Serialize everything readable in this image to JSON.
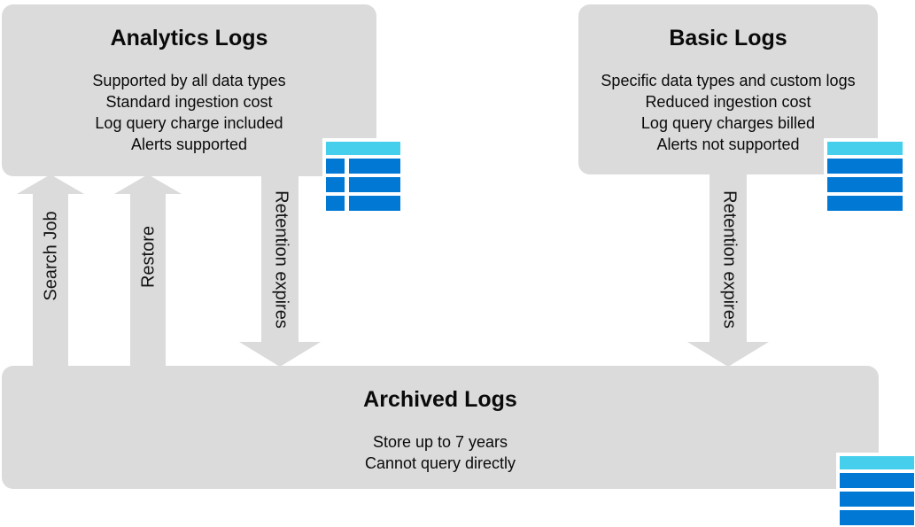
{
  "analytics": {
    "title": "Analytics Logs",
    "lines": [
      "Supported by all data types",
      "Standard ingestion cost",
      "Log query charge included",
      "Alerts supported"
    ]
  },
  "basic": {
    "title": "Basic Logs",
    "lines": [
      "Specific data types and custom logs",
      "Reduced ingestion cost",
      "Log query charges billed",
      "Alerts not supported"
    ]
  },
  "archived": {
    "title": "Archived Logs",
    "lines": [
      "Store up to 7 years",
      "Cannot query directly"
    ]
  },
  "arrows": {
    "search_job": {
      "label": "Search Job",
      "direction": "up"
    },
    "restore": {
      "label": "Restore",
      "direction": "up"
    },
    "retention_left": {
      "label": "Retention expires",
      "direction": "down"
    },
    "retention_right": {
      "label": "Retention expires",
      "direction": "down"
    }
  },
  "icons": {
    "analytics": "table-icon",
    "basic": "log-list-icon",
    "archived": "log-list-icon"
  },
  "colors": {
    "box_gray": "#dbdbdb",
    "icon_cyan": "#45cfec",
    "icon_blue": "#0078d4",
    "text": "#0a0a0a"
  }
}
